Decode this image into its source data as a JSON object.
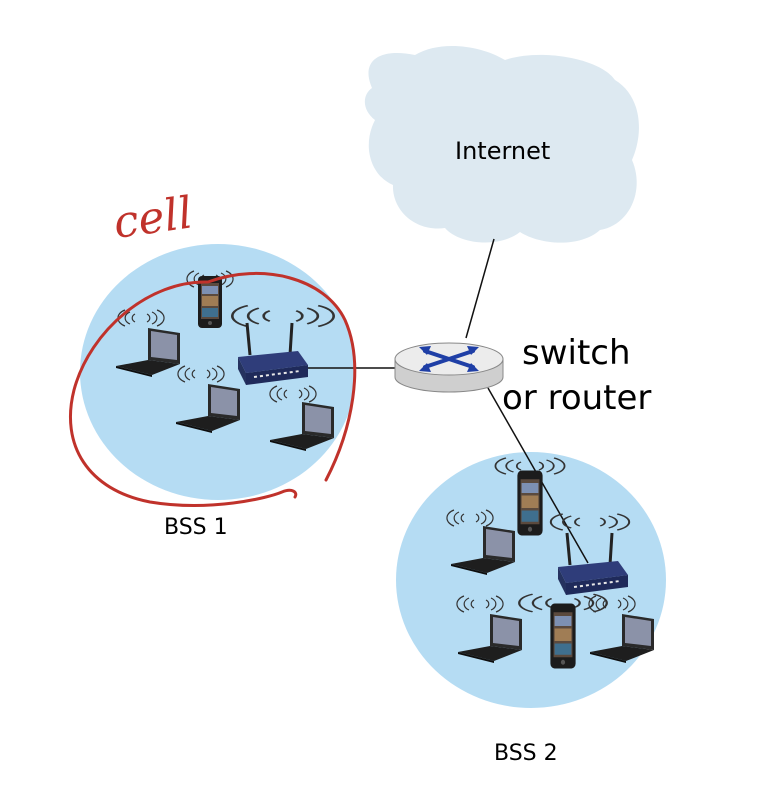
{
  "labels": {
    "internet": "Internet",
    "switch_line1": "switch",
    "switch_line2": "or router",
    "bss1": "BSS 1",
    "bss2": "BSS 2",
    "annotation": "cell"
  },
  "colors": {
    "cloud": "#dde9f1",
    "cell": "#b5dcf3",
    "annotation": "#c0322b",
    "router_body": "#e1e1e1",
    "router_arrows": "#1f3fa6",
    "ap_body": "#2f3d7a"
  },
  "icons": [
    "cloud-shape",
    "router-icon",
    "access-point-icon",
    "laptop-icon",
    "smartphone-icon",
    "wireless-signal-icon"
  ]
}
